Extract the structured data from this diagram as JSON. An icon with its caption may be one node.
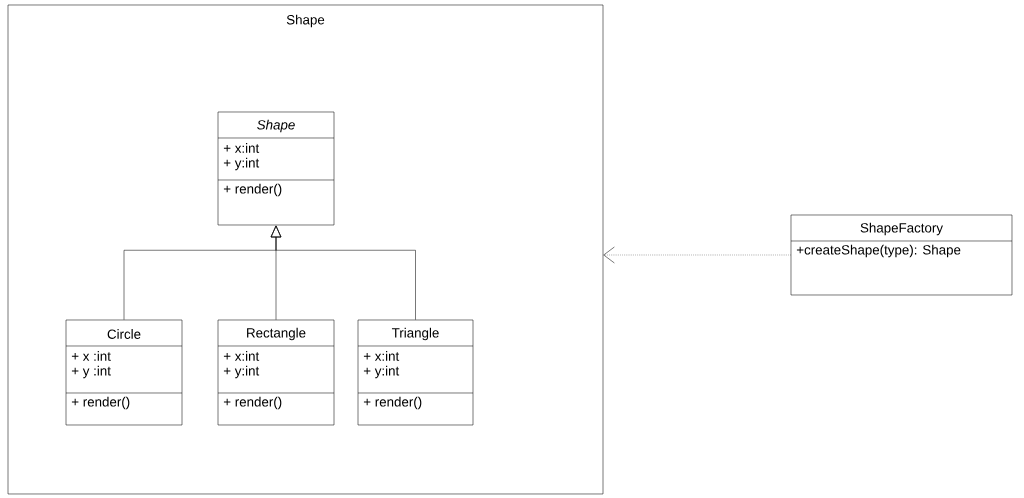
{
  "diagram": {
    "nodes": [
      {
        "text": [
          "Shape"
        ]
      },
      {
        "text": [
          "Shape",
          "+ x:int",
          "+ y:int",
          "+ render()"
        ],
        "in": 0
      },
      {
        "text": [
          "Circle",
          "+ x :int",
          "+ y :int",
          "+ render()"
        ],
        "in": 0
      },
      {
        "text": [
          "Rectangle",
          "+ x:int",
          "+ y:int",
          "+ render()"
        ],
        "in": 0
      },
      {
        "text": [
          "Triangle",
          "+ x:int",
          "+ y:int",
          "+ render()"
        ],
        "in": 0
      },
      {
        "text": [
          "ShapeFactory",
          "+createShape(type): Shape"
        ]
      }
    ],
    "edges": [
      {
        "from": 2,
        "to": 1,
        "arrow": "to"
      },
      {
        "from": 3,
        "to": 1,
        "arrow": "to"
      },
      {
        "from": 4,
        "to": 1,
        "arrow": "to"
      },
      {
        "from": 5,
        "to": 0,
        "arrow": "to",
        "style": "dashed"
      }
    ]
  }
}
